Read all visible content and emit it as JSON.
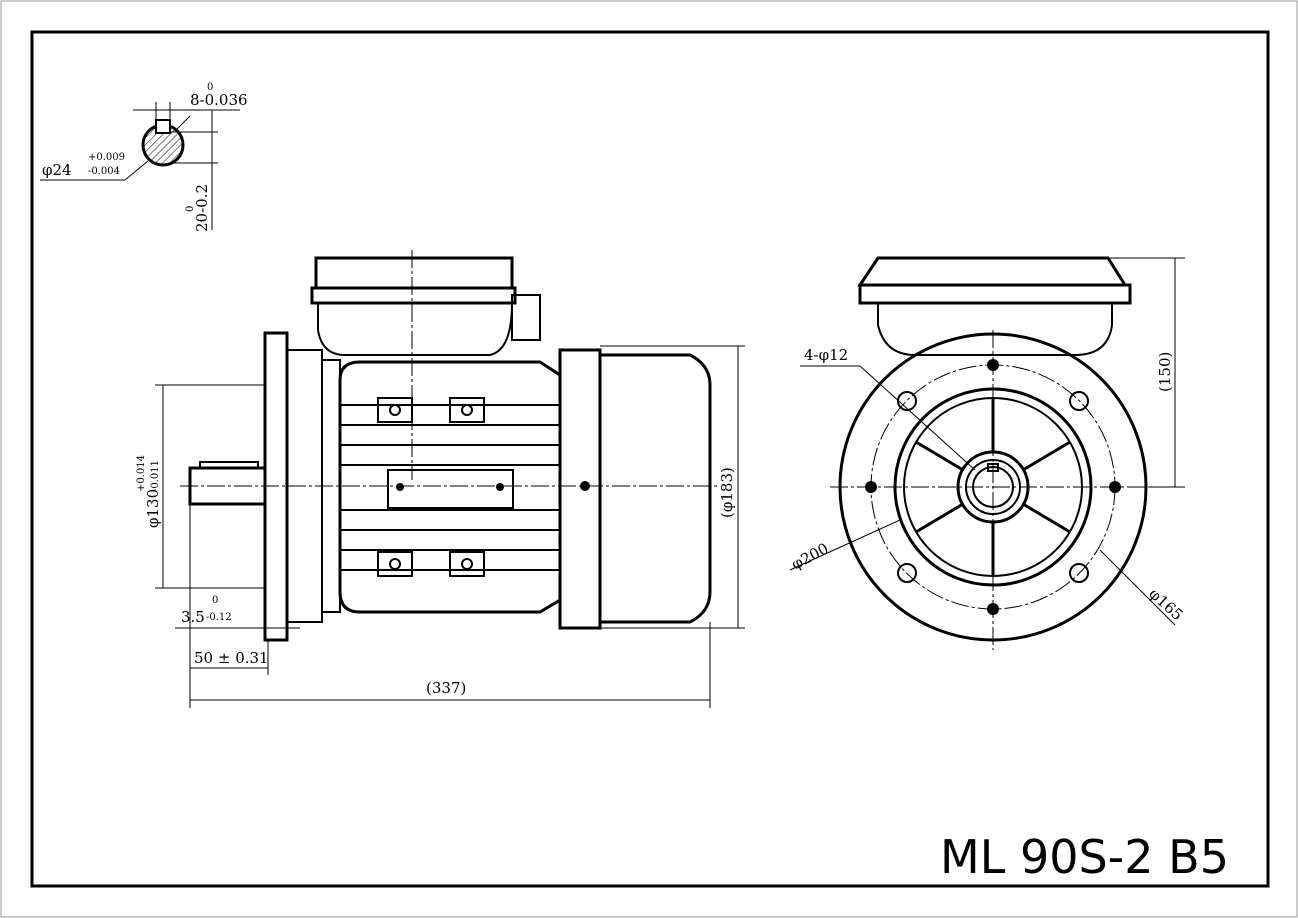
{
  "title": "ML 90S-2 B5",
  "keyway_detail": {
    "key_width": "8-0.036",
    "key_width_upper": "0",
    "shaft_dia": "φ24",
    "shaft_dia_upper": "+0.009",
    "shaft_dia_lower": "-0.004",
    "key_depth": "20-0.2",
    "key_depth_upper": "0"
  },
  "side_view": {
    "spigot_dia": "φ130",
    "spigot_upper": "+0.014",
    "spigot_lower": "-0.011",
    "spigot_depth": "3.5",
    "spigot_depth_upper": "0",
    "spigot_depth_lower": "-0.12",
    "shaft_length": "50 ± 0.31",
    "overall_length": "(337)",
    "overall_height": "(φ183)"
  },
  "front_view": {
    "holes": "4-φ12",
    "flange_dia": "φ200",
    "pcd": "φ165",
    "box_height": "(150)"
  }
}
